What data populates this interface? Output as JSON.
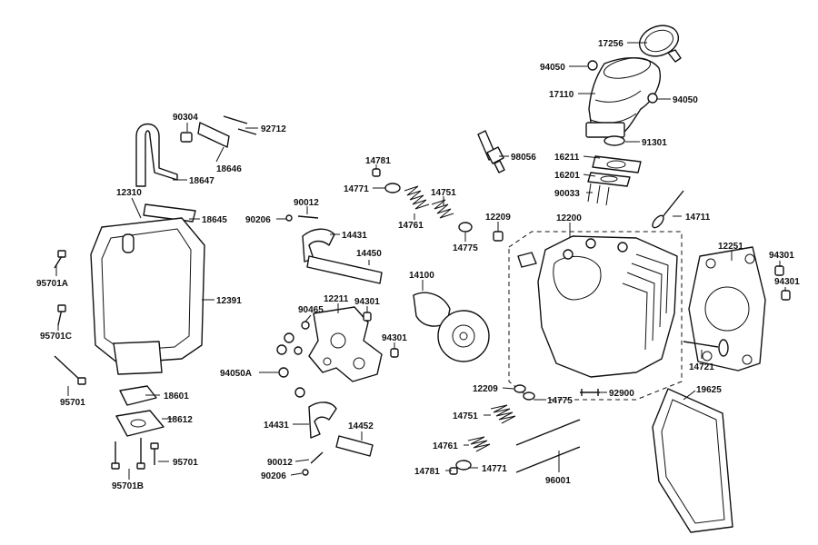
{
  "labels": [
    {
      "id": "17256",
      "text": "17256"
    },
    {
      "id": "94050-top",
      "text": "94050"
    },
    {
      "id": "17110",
      "text": "17110"
    },
    {
      "id": "94050-right",
      "text": "94050"
    },
    {
      "id": "91301",
      "text": "91301"
    },
    {
      "id": "98056",
      "text": "98056"
    },
    {
      "id": "16211",
      "text": "16211"
    },
    {
      "id": "16201",
      "text": "16201"
    },
    {
      "id": "90033",
      "text": "90033"
    },
    {
      "id": "14711",
      "text": "14711"
    },
    {
      "id": "90304",
      "text": "90304"
    },
    {
      "id": "92712",
      "text": "92712"
    },
    {
      "id": "18646",
      "text": "18646"
    },
    {
      "id": "18647",
      "text": "18647"
    },
    {
      "id": "12310",
      "text": "12310"
    },
    {
      "id": "18645",
      "text": "18645"
    },
    {
      "id": "95701A",
      "text": "95701A"
    },
    {
      "id": "12391",
      "text": "12391"
    },
    {
      "id": "95701C",
      "text": "95701C"
    },
    {
      "id": "95701-left",
      "text": "95701"
    },
    {
      "id": "18601",
      "text": "18601"
    },
    {
      "id": "18612",
      "text": "18612"
    },
    {
      "id": "95701-bottom",
      "text": "95701"
    },
    {
      "id": "95701B",
      "text": "95701B"
    },
    {
      "id": "14781-top",
      "text": "14781"
    },
    {
      "id": "14771-top",
      "text": "14771"
    },
    {
      "id": "14751-top",
      "text": "14751"
    },
    {
      "id": "14761-top",
      "text": "14761"
    },
    {
      "id": "14775-top",
      "text": "14775"
    },
    {
      "id": "90012-top",
      "text": "90012"
    },
    {
      "id": "90206-top",
      "text": "90206"
    },
    {
      "id": "14431-top",
      "text": "14431"
    },
    {
      "id": "14450",
      "text": "14450"
    },
    {
      "id": "14100",
      "text": "14100"
    },
    {
      "id": "12209-top",
      "text": "12209"
    },
    {
      "id": "12200",
      "text": "12200"
    },
    {
      "id": "12251",
      "text": "12251"
    },
    {
      "id": "94301-right1",
      "text": "94301"
    },
    {
      "id": "94301-right2",
      "text": "94301"
    },
    {
      "id": "12211",
      "text": "12211"
    },
    {
      "id": "90465",
      "text": "90465"
    },
    {
      "id": "94301-mid1",
      "text": "94301"
    },
    {
      "id": "94301-mid2",
      "text": "94301"
    },
    {
      "id": "94050A",
      "text": "94050A"
    },
    {
      "id": "14721",
      "text": "14721"
    },
    {
      "id": "12209-bottom",
      "text": "12209"
    },
    {
      "id": "14775-bottom",
      "text": "14775"
    },
    {
      "id": "92900",
      "text": "92900"
    },
    {
      "id": "19625",
      "text": "19625"
    },
    {
      "id": "14751-bottom",
      "text": "14751"
    },
    {
      "id": "14431-bottom",
      "text": "14431"
    },
    {
      "id": "14452",
      "text": "14452"
    },
    {
      "id": "14761-bottom",
      "text": "14761"
    },
    {
      "id": "14781-bottom",
      "text": "14781"
    },
    {
      "id": "14771-bottom",
      "text": "14771"
    },
    {
      "id": "96001",
      "text": "96001"
    },
    {
      "id": "90012-bottom",
      "text": "90012"
    },
    {
      "id": "90206-bottom",
      "text": "90206"
    }
  ]
}
